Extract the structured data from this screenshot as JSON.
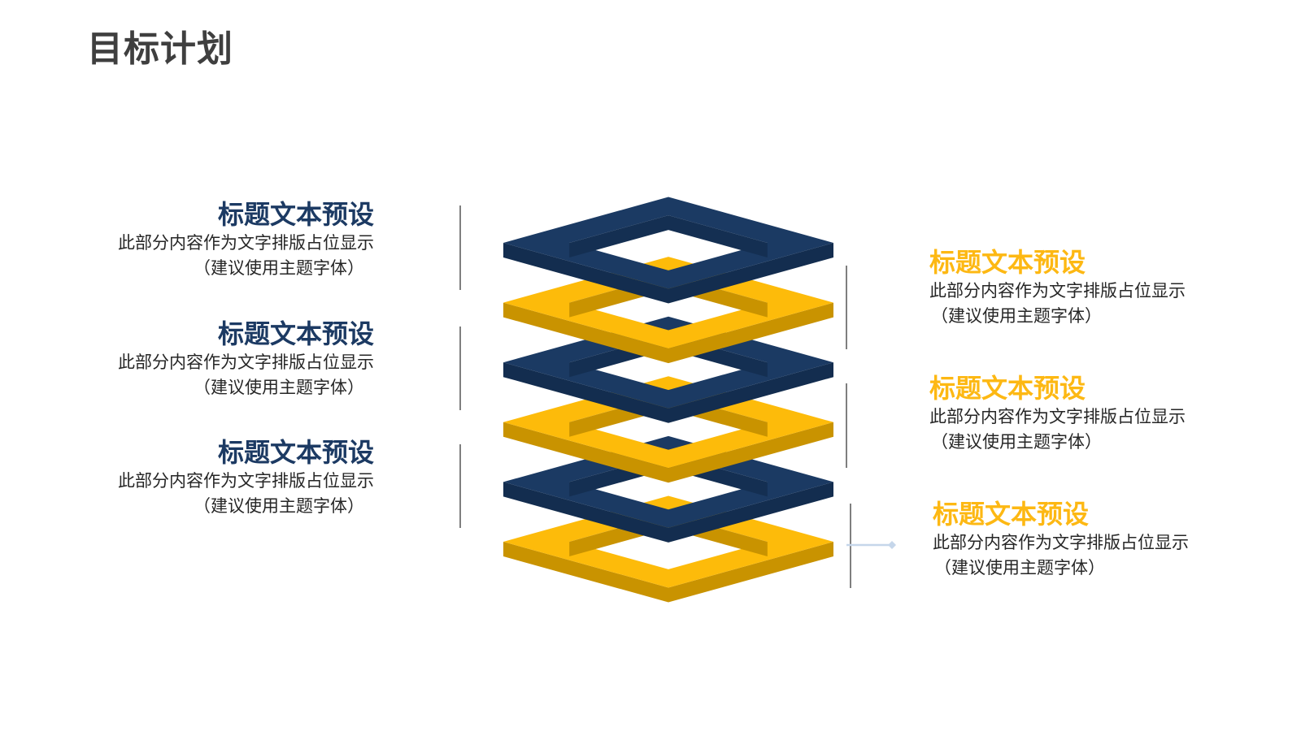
{
  "page": {
    "title": "目标计划"
  },
  "colors": {
    "navy_top": "#1b3a63",
    "navy_side": "#132d4f",
    "navy_inner": "#142f52",
    "gold_top": "#fdbb0a",
    "gold_side": "#c99300",
    "gold_inner": "#c99300",
    "connector": "#c5d6ea",
    "divider": "#7f7f7f"
  },
  "left_items": [
    {
      "title": "标题文本预设",
      "body_line1": "此部分内容作为文字排版占位显示",
      "body_line2": "（建议使用主题字体）"
    },
    {
      "title": "标题文本预设",
      "body_line1": "此部分内容作为文字排版占位显示",
      "body_line2": "（建议使用主题字体）"
    },
    {
      "title": "标题文本预设",
      "body_line1": "此部分内容作为文字排版占位显示",
      "body_line2": "（建议使用主题字体）"
    }
  ],
  "right_items": [
    {
      "title": "标题文本预设",
      "body_line1": "此部分内容作为文字排版占位显示",
      "body_line2": "（建议使用主题字体）"
    },
    {
      "title": "标题文本预设",
      "body_line1": "此部分内容作为文字排版占位显示",
      "body_line2": "（建议使用主题字体）"
    },
    {
      "title": "标题文本预设",
      "body_line1": "此部分内容作为文字排版占位显示",
      "body_line2": "（建议使用主题字体）"
    }
  ],
  "stack_layers": [
    {
      "index": 1,
      "color": "navy"
    },
    {
      "index": 2,
      "color": "gold"
    },
    {
      "index": 3,
      "color": "navy"
    },
    {
      "index": 4,
      "color": "gold"
    },
    {
      "index": 5,
      "color": "navy"
    },
    {
      "index": 6,
      "color": "gold"
    }
  ]
}
